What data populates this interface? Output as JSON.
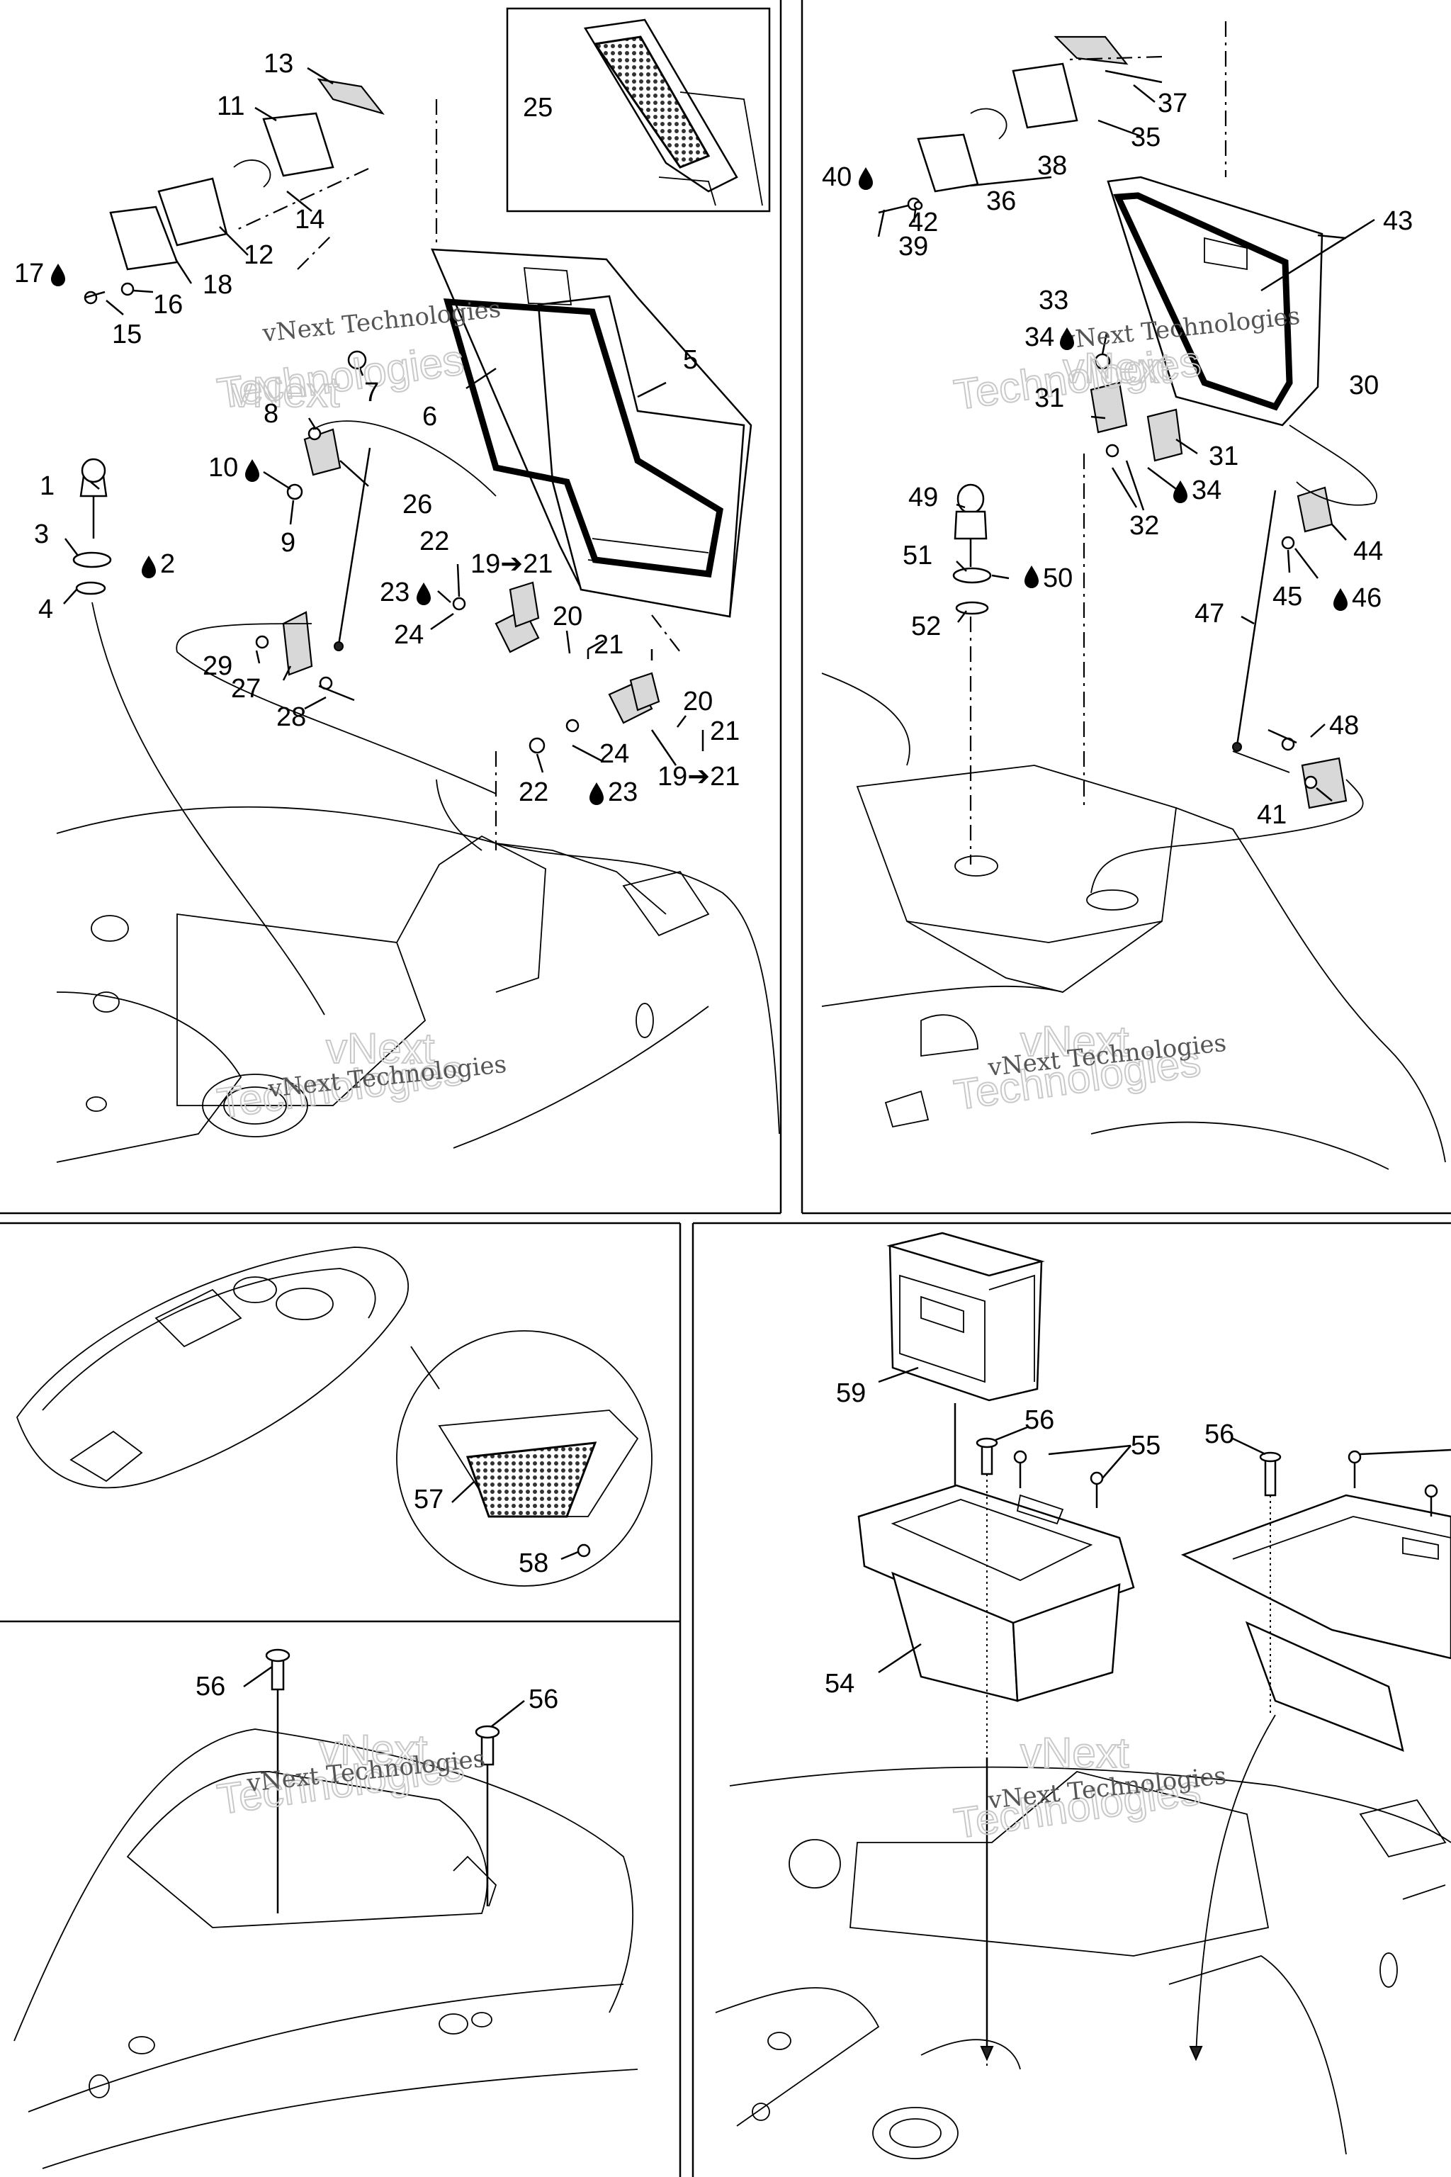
{
  "watermark": {
    "line1": "vNext Technologies",
    "overlay_top": "vNext",
    "overlay_bottom": "Technologies"
  },
  "panels": {
    "glove_box": {
      "labels": [
        "1",
        "2",
        "3",
        "4",
        "5",
        "6",
        "7",
        "8",
        "9",
        "10",
        "11",
        "12",
        "13",
        "14",
        "15",
        "16",
        "17",
        "18",
        "19➔21",
        "20",
        "20",
        "21",
        "21",
        "22",
        "22",
        "23",
        "23",
        "24",
        "24",
        "25",
        "26",
        "27",
        "28",
        "29",
        "19➔21"
      ]
    },
    "storage_lid": {
      "labels": [
        "30",
        "31",
        "31",
        "32",
        "33",
        "34",
        "34",
        "35",
        "36",
        "37",
        "38",
        "39",
        "40",
        "41",
        "42",
        "43",
        "44",
        "45",
        "46",
        "47",
        "48",
        "49",
        "50",
        "51",
        "52"
      ]
    },
    "boat_net": {
      "labels": [
        "57",
        "58"
      ]
    },
    "bow_storage": {
      "labels": [
        "56",
        "56"
      ]
    },
    "cooler_bin": {
      "labels": [
        "54",
        "55",
        "56",
        "56",
        "59"
      ]
    }
  },
  "colors": {
    "line": "#000000",
    "background": "#ffffff",
    "watermark": "#c9c9c9"
  },
  "icons": [
    "oil-drop-icon",
    "arrow-icon"
  ]
}
